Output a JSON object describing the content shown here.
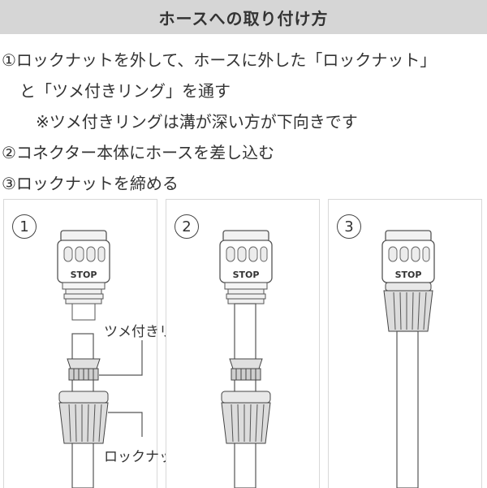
{
  "title": "ホースへの取り付け方",
  "instructions": [
    "①ロックナットを外して、ホースに外した「ロックナット」",
    "と「ツメ付きリング」を通す",
    "※ツメ付きリングは溝が深い方が下向きです",
    "②コネクター本体にホースを差し込む",
    "③ロックナットを締める"
  ],
  "panels": [
    {
      "number": "1",
      "stop_label": "STOP"
    },
    {
      "number": "2",
      "stop_label": "STOP"
    },
    {
      "number": "3",
      "stop_label": "STOP"
    }
  ],
  "callouts": {
    "ring": "ツメ付きリング",
    "nut": "ロックナット"
  }
}
